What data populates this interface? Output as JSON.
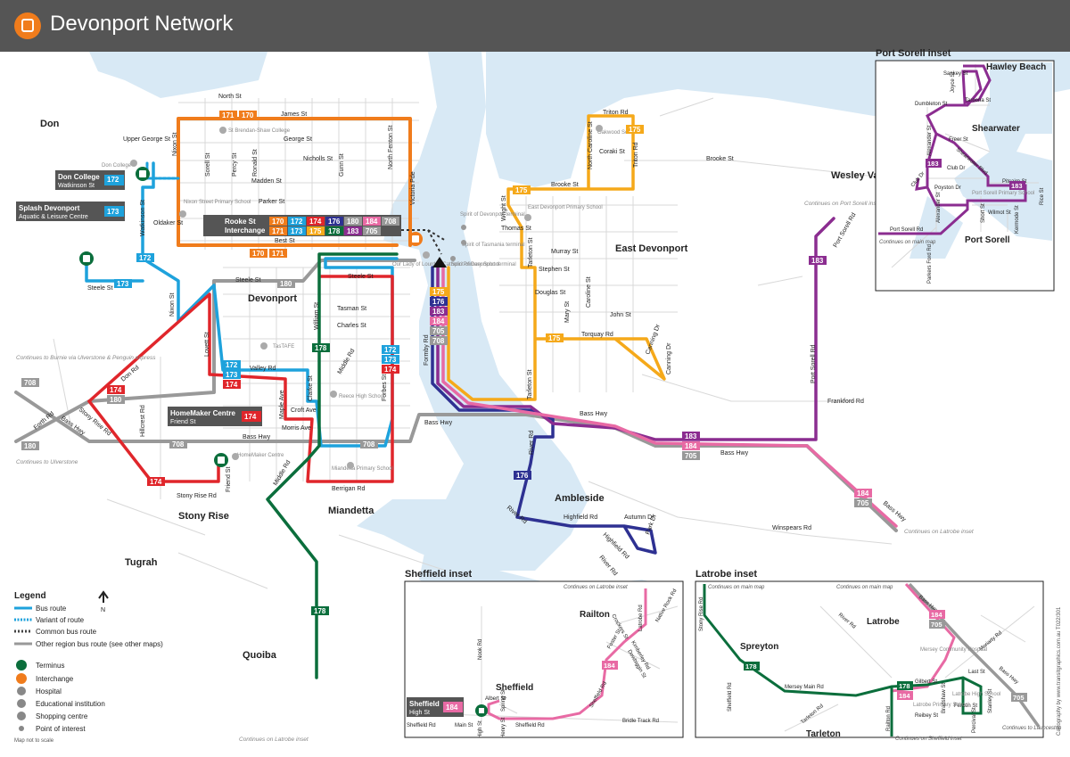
{
  "title": "Devonport Network",
  "colors": {
    "r170": "#f07c1c",
    "r172": "#1ea2dc",
    "r174": "#e0262b",
    "r175": "#f5a91a",
    "r176": "#2e3192",
    "r178": "#0b6e3c",
    "r180": "#999999",
    "r183": "#8b2d90",
    "r184": "#e86aa4",
    "r705": "#999999",
    "r708": "#999999",
    "water": "#d8e9f5",
    "street": "#d8d8d8",
    "land": "#ffffff"
  },
  "suburbs": {
    "don": "Don",
    "devonport": "Devonport",
    "east_devonport": "East Devonport",
    "wesley_vale": "Wesley Vale",
    "ambleside": "Ambleside",
    "miandetta": "Miandetta",
    "stony_rise": "Stony Rise",
    "tugrah": "Tugrah",
    "quoiba": "Quoiba"
  },
  "streets": {
    "north_st": "North St",
    "james_st": "James St",
    "upper_george_st": "Upper George St",
    "george_st": "George St",
    "nicholls_st": "Nicholls St",
    "madden_st": "Madden St",
    "parker_st": "Parker St",
    "best_st": "Best St",
    "oldaker_st": "Oldaker St",
    "nixon_st": "Nixon St",
    "nixon_st2": "Nixon St",
    "sorell_st": "Sorell St",
    "percy_st": "Percy St",
    "ronald_st": "Ronald St",
    "gunn_st": "Gunn St",
    "north_fenton_st": "North Fenton St",
    "victoria_pde": "Victoria Pde",
    "watkinson_st": "Watkinson St",
    "steele_st": "Steele St",
    "steele_st2": "Steele St",
    "steele_st3": "Steele St",
    "tasman_st": "Tasman St",
    "charles_st": "Charles St",
    "william_st": "William St",
    "middle_rd": "Middle Rd",
    "middle_rd2": "Middle Rd",
    "forbes_st": "Forbes St",
    "formby_rd": "Formby Rd",
    "lovett_st": "Lovett St",
    "valley_rd": "Valley Rd",
    "maple_ave": "Maple Ave",
    "clarke_st": "Clarke St",
    "croft_ave": "Croft Ave",
    "morris_ave": "Morris Ave",
    "don_rd": "Don Rd",
    "stony_rise_rd": "Stony Rise Rd",
    "stony_rise_rd2": "Stony Rise Rd",
    "hillcrest_rd": "Hillcrest Rd",
    "forth_rd": "Forth Rd",
    "bass_hwy": "Bass Hwy",
    "bass_hwy2": "Bass Hwy",
    "bass_hwy3": "Bass Hwy",
    "bass_hwy4": "Bass Hwy",
    "bass_hwy5": "Bass Hwy",
    "bass_hwy6": "Bass Hwy",
    "friend_st": "Friend St",
    "berrigan_rd": "Berrigan Rd",
    "triton_rd": "Triton Rd",
    "triton_rd2": "Triton Rd",
    "north_caroline_st": "North Caroline St",
    "coraki_st": "Coraki St",
    "brooke_st": "Brooke St",
    "brooke_st2": "Brooke St",
    "wright_st": "Wright St",
    "thomas_st": "Thomas St",
    "murray_st": "Murray St",
    "tarleton_st": "Tarleton St",
    "tarleton_st2": "Tarleton St",
    "stephen_st": "Stephen St",
    "douglas_st": "Douglas St",
    "caroline_st": "Caroline St",
    "mary_st": "Mary St",
    "john_st": "John St",
    "torquay_rd": "Torquay Rd",
    "canning_dr": "Canning Dr",
    "canning_dr2": "Canning Dr",
    "river_rd": "River Rd",
    "river_rd2": "River Rd",
    "river_rd3": "River Rd",
    "highfield_rd": "Highfield Rd",
    "highfield_rd2": "Highfield Rd",
    "autumn_dr": "Autumn Dr",
    "park_dr": "Park Dr",
    "winspears_rd": "Winspears Rd",
    "frankford_rd": "Frankford Rd",
    "port_sorell_rd": "Port Sorell Rd",
    "port_sorell_rd2": "Port Sorell Rd"
  },
  "places": {
    "st_brendan_shaw": "St Brendan-Shaw College",
    "don_college_small": "Don College",
    "nixon_street_primary": "Nixon Street Primary School",
    "spirit_terminal": "Spirit of Devonport terminal",
    "spirit_tas_terminal": "Spirit of Tasmania terminal",
    "spirit_terminal2": "Spirit of Devonport terminal",
    "our_lady": "Our Lady of Lourdes Catholic Primary School",
    "tastafe": "TasTAFE",
    "reece_high": "Reece High School",
    "homemaker_centre": "HomeMaker Centre",
    "miandetta_primary": "Miandetta Primary School",
    "oakwood": "Oakwood School",
    "east_devonport_primary": "East Devonport Primary School"
  },
  "callouts": {
    "don_college": {
      "name": "Don College",
      "sub": "Watkinson St",
      "route": "172"
    },
    "splash": {
      "name": "Splash Devonport",
      "sub": "Aquatic & Leisure Centre",
      "route": "173"
    },
    "rooke": {
      "name": "Rooke St",
      "sub": "Interchange",
      "routes_top": [
        "170",
        "172",
        "174",
        "176",
        "180",
        "184",
        "708"
      ],
      "routes_bottom": [
        "171",
        "173",
        "175",
        "178",
        "183",
        "705"
      ]
    },
    "homemaker": {
      "name": "HomeMaker Centre",
      "sub": "Friend St",
      "route": "174"
    }
  },
  "notes": {
    "burnie": "Continues to Burnie via Ulverstone & Penguin express",
    "ulverstone": "Continues to Ulverstone",
    "port_sorell_inset": "Continues on Port Sorell inset",
    "latrobe_inset": "Continues on Latrobe inset",
    "latrobe_inset2": "Continues on Latrobe inset"
  },
  "route_labels": {
    "r170": "170",
    "r171": "171",
    "r172": "172",
    "r173": "173",
    "r174": "174",
    "r175": "175",
    "r176": "176",
    "r178": "178",
    "r180": "180",
    "r183": "183",
    "r184": "184",
    "r705": "705",
    "r708": "708"
  },
  "port_sorell_inset": {
    "title": "Port Sorell inset",
    "hawley_beach": "Hawley Beach",
    "shearwater": "Shearwater",
    "port_sorell": "Port Sorell",
    "sankey_st": "Sankey St",
    "joyce_st": "Joyce St",
    "taroona_st": "Taroona St",
    "dumbleton_st": "Dumbleton St",
    "freer_st": "Freer St",
    "alexander_st": "Alexander St",
    "alexander_st2": "Alexander St",
    "club_dr": "Club Dr",
    "club_dr2": "Club Dr",
    "poyston_dr": "Poyston Dr",
    "pitcairn_st": "Pitcairn St",
    "rice_st": "Rice St",
    "wilmot_st": "Wilmot St",
    "short_st": "Short St",
    "kermode_st": "Kermode St",
    "port_sorell_rd": "Port Sorell Rd",
    "parkers_ford_rd": "Parkers Ford Rd",
    "shearwater_blvd": "Shearwater Blvd",
    "primary": "Port Sorell Primary School",
    "continues_main": "Continues on main map",
    "route": "183"
  },
  "sheffield_inset": {
    "title": "Sheffield inset",
    "continues_latrobe": "Continues on Latrobe inset",
    "railton": "Railton",
    "sheffield": "Sheffield",
    "nook_rd": "Nook Rd",
    "crockers_st": "Crockers St",
    "latrobe_rd": "Latrobe Rd",
    "native_rock_rd": "Native Rock Rd",
    "foster_st": "Foster St",
    "kimberley_rd": "Kimberley Rd",
    "dowbiggin_st": "Dowbiggin St",
    "sheffield_rd": "Sheffield Rd",
    "sheffield_rd2": "Sheffield Rd",
    "sheffield_rd3": "Sheffield Rd",
    "bridle_track_rd": "Bridle Track Rd",
    "albert_st": "Albert St",
    "main_st": "Main St",
    "high_st": "High St",
    "henry_st": "Henry St",
    "spring_st": "Spring St",
    "callout_name": "Sheffield",
    "callout_sub": "High St",
    "route": "184"
  },
  "latrobe_inset": {
    "title": "Latrobe inset",
    "continues_main": "Continues on main map",
    "continues_main2": "Continues on main map",
    "stony_rise_rd": "Stony Rise Rd",
    "spreyton": "Spreyton",
    "latrobe": "Latrobe",
    "tarleton": "Tarleton",
    "river_rd": "River Rd",
    "moriarty_rd": "Moriarty Rd",
    "bass_hwy": "Bass Hwy",
    "bass_hwy2": "Bass Hwy",
    "sheffield_rd": "Sheffield Rd",
    "mersey_main_rd": "Mersey Main Rd",
    "tarleton_rd": "Tarleton Rd",
    "railton_rd": "Railton Rd",
    "gilbert_st": "Gilbert St",
    "last_st": "Last St",
    "reibey_st": "Reibey St",
    "fenton_st": "Fenton St",
    "bradshaw_st": "Bradshaw St",
    "percival_st": "Percival St",
    "stanley_st": "Stanley St",
    "hospital": "Mersey Community Hospital",
    "latrobe_high": "Latrobe High School",
    "latrobe_primary": "Latrobe Primary School",
    "continues_sheffield": "Continues on Sheffield inset",
    "continues_launceston": "Continues to Launceston",
    "r178": "178",
    "r184": "184",
    "r705": "705"
  },
  "legend": {
    "title": "Legend",
    "north": "N",
    "items": [
      "Bus route",
      "Variant of route",
      "Common bus route",
      "Other region bus route (see other maps)",
      "Terminus",
      "Interchange",
      "Hospital",
      "Educational institution",
      "Shopping centre",
      "Point of interest"
    ],
    "scale": "Map not to scale"
  },
  "credit": "Cartography by www.transitgraphics.com.au T022/301"
}
